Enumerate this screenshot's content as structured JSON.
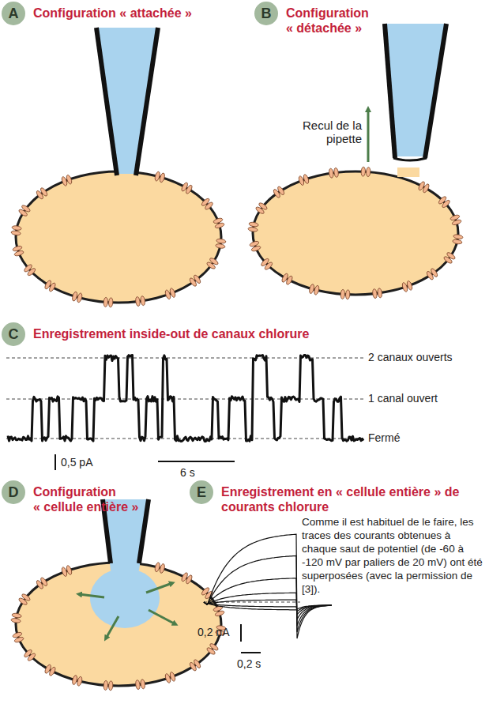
{
  "diagram": {
    "nodes": [
      {
        "text": [
          "A",
          "Configuration « attachée »"
        ]
      },
      {
        "text": [
          "B",
          "Configuration « détachée »"
        ]
      },
      {
        "text": [
          "C",
          "Enregistrement inside-out de canaux chlorure"
        ]
      },
      {
        "text": [
          "D",
          "Configuration « cellule entière »"
        ]
      },
      {
        "text": [
          "E",
          "Enregistrement en « cellule entière » de courants chlorure"
        ]
      }
    ],
    "labels": [
      "Recul de la pipette",
      "2 canaux ouverts",
      "1 canal ouvert",
      "Fermé",
      "0,5 pA",
      "6 s",
      "Comme il est habituel de le faire, les traces des courants obtenues à chaque saut de potentiel (de -60 à -120 mV par paliers de 20 mV) ont été superposées (avec la permission de [3]).",
      "0,2 nA",
      "0,2 s"
    ]
  }
}
